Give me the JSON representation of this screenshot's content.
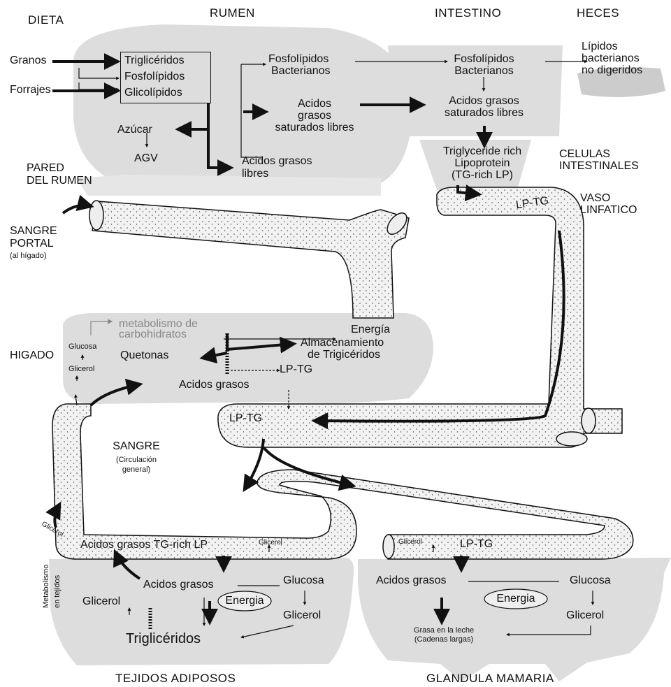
{
  "headers": {
    "dieta": "DIETA",
    "rumen": "RUMEN",
    "intestino": "INTESTINO",
    "heces": "HECES",
    "tejidos": "TEJIDOS ADIPOSOS",
    "glandula": "GLANDULA MAMARIA"
  },
  "rumen": {
    "granos": "Granos",
    "forrajes": "Forrajes",
    "trigliceridos": "Triglicéridos",
    "fosfolipidos": "Fosfolípidos",
    "glicolipidos": "Glicolípidos",
    "azucar": "Azúcar",
    "agv": "AGV",
    "fosfo_bact_1": "Fosfolípidos",
    "fosfo_bact_2": "Bacterianos",
    "acidos_sat_1": "Acidos",
    "acidos_sat_2": "grasos",
    "acidos_sat_3": "saturados libres",
    "acidos_libres_1": "Acidos grasos",
    "acidos_libres_2": "libres",
    "pared_1": "PARED",
    "pared_2": "DEL RUMEN"
  },
  "intestino": {
    "fosfo_1": "Fosfolípidos",
    "fosfo_2": "Bacterianos",
    "acidos_1": "Acidos grasos",
    "acidos_2": "saturados libres",
    "tg_1": "Triglyceride rich",
    "tg_2": "Lipoprotein",
    "tg_3": "(TG-rich LP)",
    "celulas_1": "CELULAS",
    "celulas_2": "INTESTINALES",
    "vaso_1": "VASO",
    "vaso_2": "LINFATICO",
    "lp_tg": "LP-TG"
  },
  "heces": {
    "l1": "Lípidos",
    "l2": "bacterianos",
    "l3": "no digeridos"
  },
  "sangre_portal": {
    "l1": "SANGRE",
    "l2": "PORTAL",
    "l3": "(al hígado)"
  },
  "higado": {
    "label": "HIGADO",
    "metabolismo_1": "metabolismo de",
    "metabolismo_2": "carbohidratos",
    "energia": "Energía",
    "almac_1": "Almacenamiento",
    "almac_2": "de Trigicéridos",
    "glucosa": "Glucosa",
    "glicerol": "Glicerol",
    "quetonas": "Quetonas",
    "lp_tg": "LP-TG",
    "acidos_grasos": "Acidos grasos"
  },
  "sangre": {
    "lp_tg": "LP-TG",
    "l1": "SANGRE",
    "l2": "(Circulación",
    "l3": "general)",
    "glicerol_left": "Glicerol",
    "acidos_tg": "Acidos grasos TG-rich LP",
    "glicerol_mid": "Glicerol",
    "glicerol_right": "Glicerol",
    "lp_tg_right": "LP-TG"
  },
  "adiposo": {
    "metab_1": "Metabolismo",
    "metab_2": "en tejidos",
    "acidos": "Acidos grasos",
    "glucosa": "Glucosa",
    "energia": "Energia",
    "glicerol_left": "Glicerol",
    "glicerol_right": "Glicerol",
    "trigliceridos": "Triglicéridos"
  },
  "mamaria": {
    "acidos": "Acidos grasos",
    "glucosa": "Glucosa",
    "energia": "Energia",
    "glicerol": "Glicerol",
    "grasa_1": "Grasa en la leche",
    "grasa_2": "(Cadenas largas)"
  }
}
